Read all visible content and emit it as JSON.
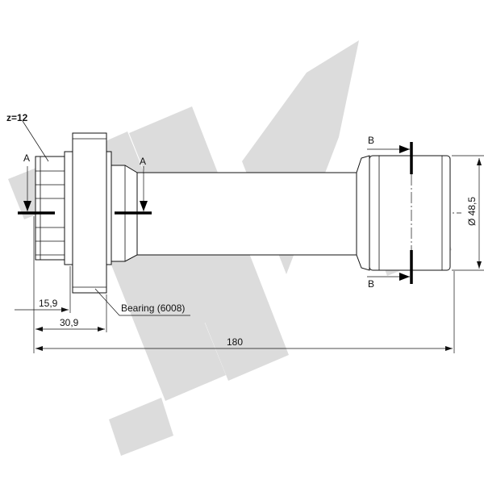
{
  "drawing": {
    "watermark_color": "#dcdcdc",
    "line_color": "#111111",
    "labels": {
      "teeth": "z=12",
      "section_a_left": "A",
      "section_a_right": "A",
      "section_b_top": "B",
      "section_b_bottom": "B",
      "bearing": "Bearing (6008)",
      "dim_15_9": "15,9",
      "dim_30_9": "30,9",
      "dim_180": "180",
      "dim_diameter": "Ø 48,5"
    }
  }
}
